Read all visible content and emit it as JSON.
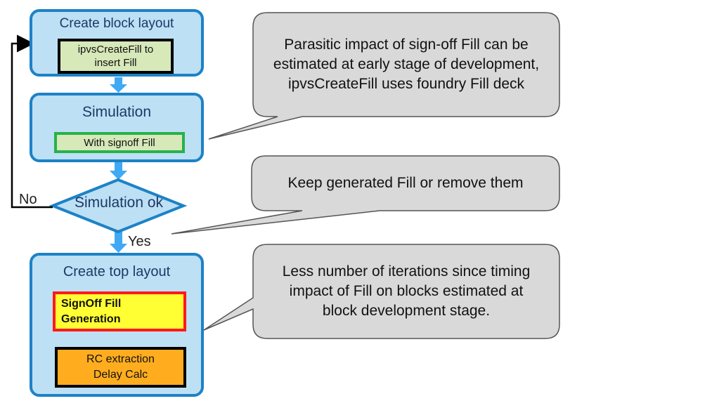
{
  "flow": {
    "create_block": {
      "title": "Create block layout",
      "inner": "ipvsCreateFill to insert Fill"
    },
    "simulation": {
      "title": "Simulation",
      "inner": "With signoff Fill"
    },
    "decision": {
      "label": "Simulation ok"
    },
    "branch_no": "No",
    "branch_yes": "Yes",
    "create_top": {
      "title": "Create top layout",
      "signoff": "SignOff Fill Generation",
      "rc": "RC extraction Delay Calc"
    }
  },
  "callouts": [
    "Parasitic impact of sign-off Fill can be estimated at early stage of development, ipvsCreateFill uses foundry Fill  deck",
    "Keep generated Fill  or remove them",
    "Less number of iterations since timing impact of Fill on blocks estimated at block development stage."
  ],
  "colors": {
    "stage_fill": "#bde0f5",
    "stage_border": "#1d82c6",
    "arrow_blue": "#3fa9f5",
    "callout_fill": "#d9d9d9",
    "green_border": "#26b24a",
    "red_border": "#ff1a1a",
    "yellow_fill": "#ffff33",
    "orange_fill": "#ffad1f"
  }
}
